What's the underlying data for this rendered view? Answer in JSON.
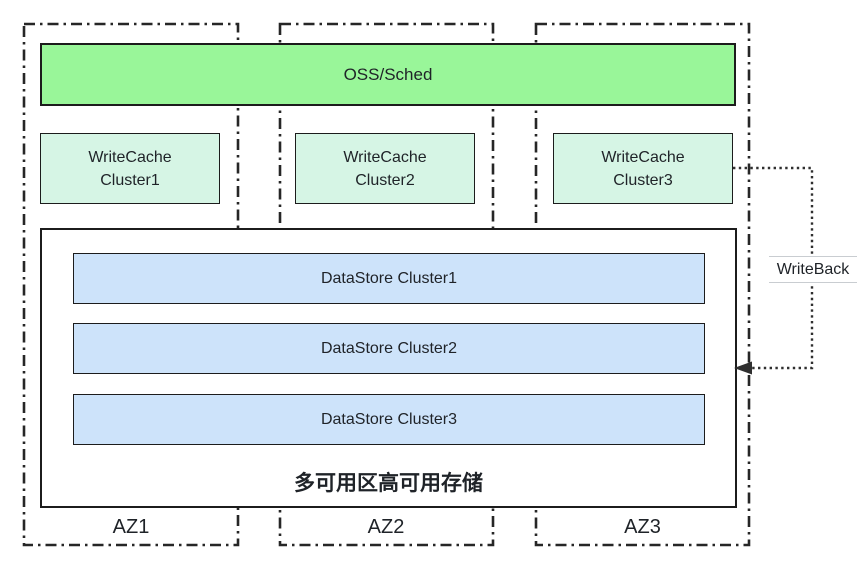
{
  "scheduler": {
    "label": "OSS/Sched"
  },
  "write_cache_clusters": [
    {
      "lines": [
        "WriteCache",
        "Cluster1"
      ]
    },
    {
      "lines": [
        "WriteCache",
        "Cluster2"
      ]
    },
    {
      "lines": [
        "WriteCache",
        "Cluster3"
      ]
    }
  ],
  "storage_box": {
    "label": "多可用区高可用存储"
  },
  "datastore_clusters": [
    {
      "label": "DataStore Cluster1"
    },
    {
      "label": "DataStore Cluster2"
    },
    {
      "label": "DataStore Cluster3"
    }
  ],
  "zones": [
    {
      "label": "AZ1"
    },
    {
      "label": "AZ2"
    },
    {
      "label": "AZ3"
    }
  ],
  "writeback": {
    "label": "WriteBack"
  },
  "colors": {
    "scheduler_fill": "#99F699",
    "write_cache_fill": "#D6F5E5",
    "datastore_fill": "#CDE3FA",
    "box_border": "#1C1C1C",
    "zone_dash_border": "#262626",
    "writeback_line": "#2F2F2F",
    "writeback_rule": "#C9CDD1",
    "text": "#1F2328"
  }
}
